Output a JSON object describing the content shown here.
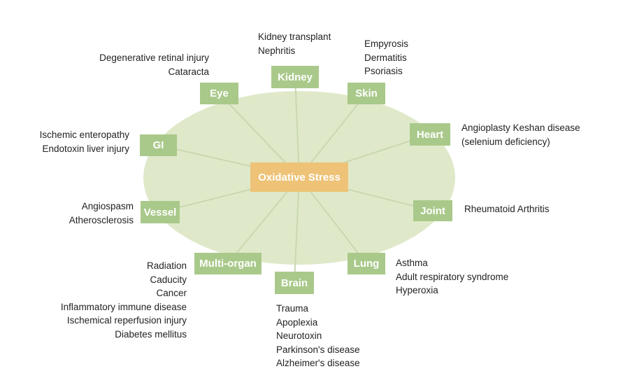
{
  "center": {
    "label": "Oxidative Stress"
  },
  "colors": {
    "ellipse": "#dfe9c9",
    "node": "#a9c98a",
    "center": "#eec377",
    "spoke": "#c9d8b0",
    "text": "#222222"
  },
  "nodes": [
    {
      "id": "kidney",
      "label": "Kidney",
      "notes": [
        "Kidney transplant",
        "Nephritis"
      ]
    },
    {
      "id": "skin",
      "label": "Skin",
      "notes": [
        "Empyrosis",
        "Dermatitis",
        "Psoriasis"
      ]
    },
    {
      "id": "heart",
      "label": "Heart",
      "notes": [
        "Angioplasty Keshan disease",
        "(selenium deficiency)"
      ]
    },
    {
      "id": "joint",
      "label": "Joint",
      "notes": [
        "Rheumatoid Arthritis"
      ]
    },
    {
      "id": "lung",
      "label": "Lung",
      "notes": [
        "Asthma",
        "Adult respiratory syndrome",
        "Hyperoxia"
      ]
    },
    {
      "id": "brain",
      "label": "Brain",
      "notes": [
        "Trauma",
        "Apoplexia",
        "Neurotoxin",
        "Parkinson's disease",
        "Alzheimer's disease"
      ]
    },
    {
      "id": "multi-organ",
      "label": "Multi-organ",
      "notes": [
        "Radiation",
        "Caducity",
        "Cancer",
        "Inflammatory immune disease",
        "Ischemical reperfusion injury",
        "Diabetes mellitus"
      ]
    },
    {
      "id": "vessel",
      "label": "Vessel",
      "notes": [
        "Angiospasm",
        "Atherosclerosis"
      ]
    },
    {
      "id": "gi",
      "label": "GI",
      "notes": [
        "Ischemic enteropathy",
        "Endotoxin liver injury"
      ]
    },
    {
      "id": "eye",
      "label": "Eye",
      "notes": [
        "Degenerative retinal injury",
        "Cataracta"
      ]
    }
  ]
}
